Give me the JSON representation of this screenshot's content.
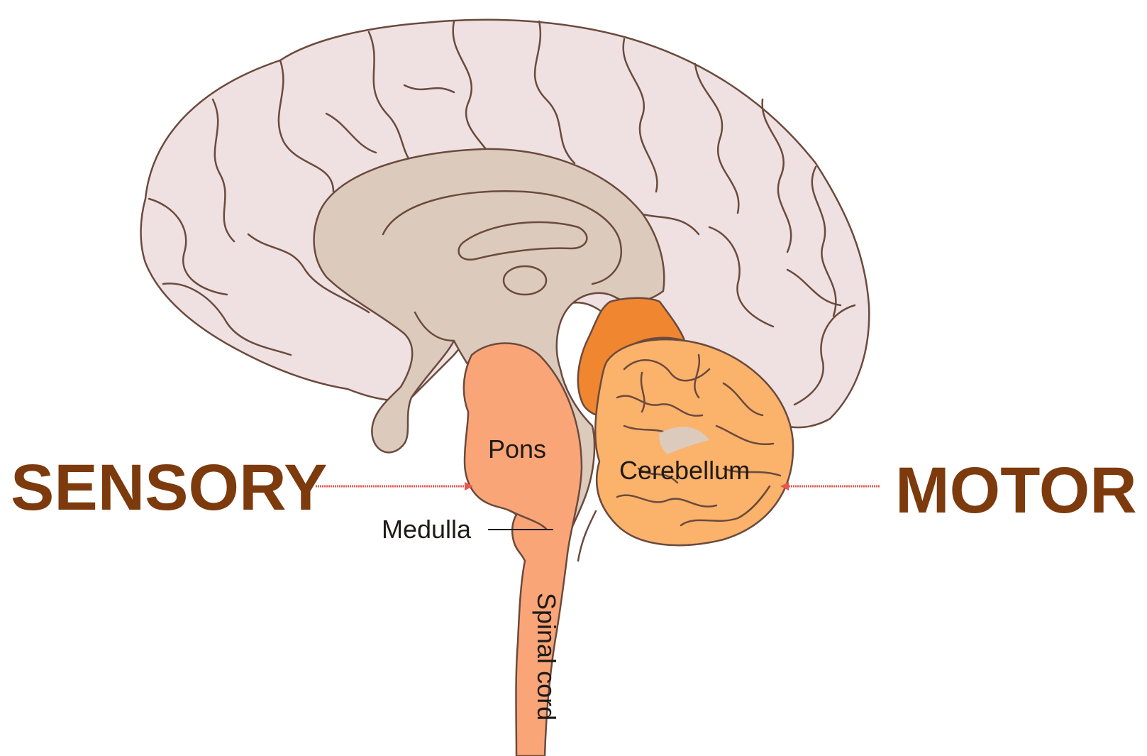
{
  "diagram": {
    "labels": {
      "sensory": "SENSORY",
      "motor": "MOTOR",
      "pons": "Pons",
      "cerebellum": "Cerebellum",
      "medulla": "Medulla",
      "spinal_cord": "Spinal cord"
    }
  },
  "colors": {
    "cerebrum": "#efe1e1",
    "inner_region": "#dccbbd",
    "brainstem": "#f9a578",
    "cerebellum": "#fbb26b",
    "midbrain_accent": "#f08630",
    "outline": "#6b4a3d",
    "side_label_text": "#7c3a0d",
    "arrow": "#e8574f"
  }
}
